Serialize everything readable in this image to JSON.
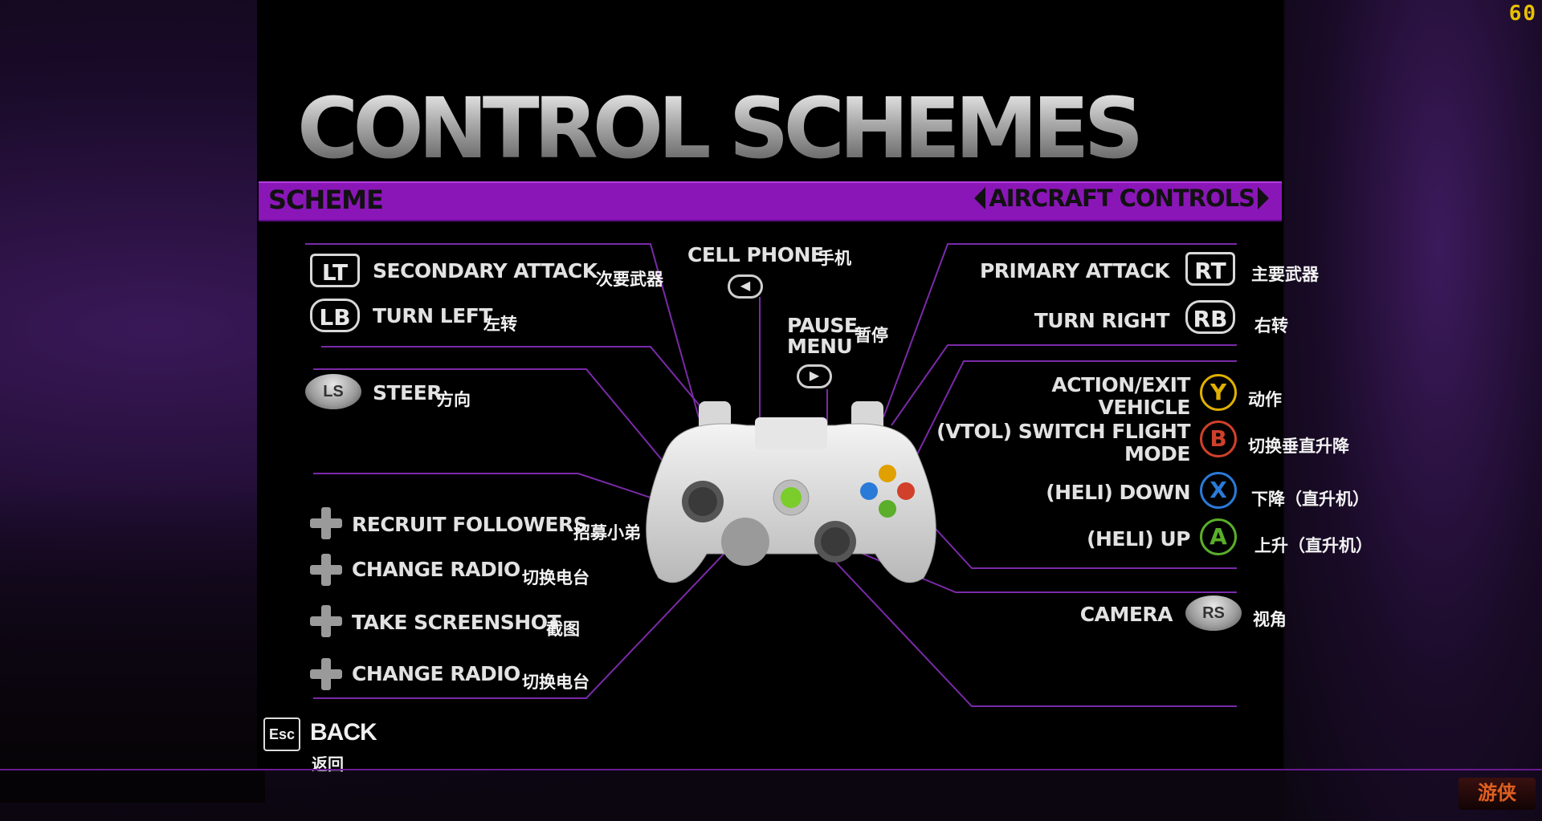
{
  "fps": "60",
  "title": "CONTROL SCHEMES",
  "scheme": {
    "label": "SCHEME",
    "value": "AIRCRAFT CONTROLS"
  },
  "left": {
    "lt": {
      "key": "LT",
      "label": "SECONDARY ATTACK",
      "cn": "次要武器"
    },
    "lb": {
      "key": "LB",
      "label": "TURN LEFT",
      "cn": "左转"
    },
    "ls": {
      "key": "LS",
      "label": "STEER",
      "cn": "方向"
    },
    "dpad_up": {
      "label": "RECRUIT FOLLOWERS",
      "cn": "招募小弟"
    },
    "dpad_left": {
      "label": "CHANGE RADIO",
      "cn": "切换电台"
    },
    "dpad_down": {
      "label": "TAKE SCREENSHOT",
      "cn": "截图"
    },
    "dpad_right": {
      "label": "CHANGE RADIO",
      "cn": "切换电台"
    }
  },
  "center": {
    "back": {
      "label": "CELL PHONE",
      "cn": "手机"
    },
    "start": {
      "label_line1": "PAUSE",
      "label_line2": "MENU",
      "cn": "暂停"
    }
  },
  "right": {
    "rt": {
      "key": "RT",
      "label": "PRIMARY ATTACK",
      "cn": "主要武器"
    },
    "rb": {
      "key": "RB",
      "label": "TURN RIGHT",
      "cn": "右转"
    },
    "y": {
      "key": "Y",
      "label_line1": "ACTION/EXIT",
      "label_line2": "VEHICLE",
      "cn": "动作",
      "color": "#e0b000"
    },
    "b": {
      "key": "B",
      "label_line1": "(VTOL) SWITCH FLIGHT",
      "label_line2": "MODE",
      "cn": "切换垂直升降",
      "color": "#d0402a"
    },
    "x": {
      "key": "X",
      "label": "(HELI) DOWN",
      "cn": "下降（直升机）",
      "color": "#2a7ad8"
    },
    "a": {
      "key": "A",
      "label": "(HELI) UP",
      "cn": "上升（直升机）",
      "color": "#5aae2a"
    },
    "rs": {
      "key": "RS",
      "label": "CAMERA",
      "cn": "视角"
    }
  },
  "footer": {
    "esc_key": "Esc",
    "back_label": "BACK",
    "back_cn": "返回",
    "logo": "游侠"
  },
  "colors": {
    "accent": "#8a16b8",
    "line": "#7a2aa8"
  }
}
